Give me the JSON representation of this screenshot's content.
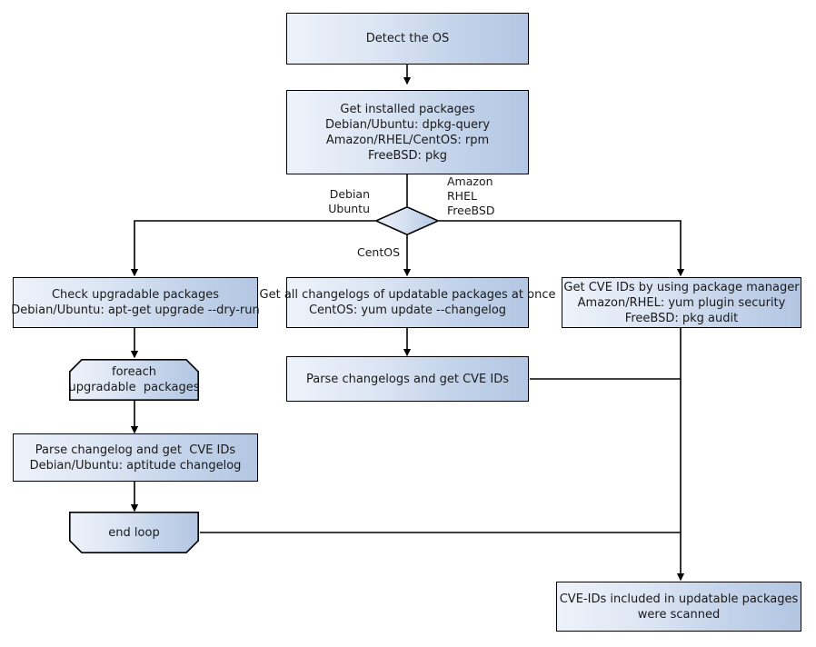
{
  "diagram": {
    "title": "Vuls OS package scanning flow",
    "background": "#ffffff",
    "node_fill_start": "#eef2fa",
    "node_fill_end": "#b3c6e2",
    "stroke": "#000000"
  },
  "nodes": {
    "detect_os": {
      "label": "Detect the OS",
      "shape": "rect"
    },
    "get_installed": {
      "label": "Get installed packages\nDebian/Ubuntu: dpkg-query\nAmazon/RHEL/CentOS: rpm\nFreeBSD: pkg",
      "shape": "rect"
    },
    "os_decision": {
      "label": "",
      "shape": "diamond"
    },
    "check_upgradable": {
      "label": "Check upgradable packages\nDebian/Ubuntu: apt-get upgrade --dry-run",
      "shape": "rect"
    },
    "foreach_loop": {
      "label": "foreach\nupgradable  packages",
      "shape": "loop-start"
    },
    "parse_changelog_deb": {
      "label": "Parse changelog and get  CVE IDs\nDebian/Ubuntu: aptitude changelog",
      "shape": "rect"
    },
    "end_loop": {
      "label": "end loop",
      "shape": "loop-end"
    },
    "get_all_changelogs": {
      "label": "Get all changelogs of updatable packages at once\nCentOS: yum update --changelog",
      "shape": "rect"
    },
    "parse_changelogs_centos": {
      "label": "Parse changelogs and get CVE IDs",
      "shape": "rect"
    },
    "get_cve_pkgmgr": {
      "label": "Get CVE IDs by using package manager\nAmazon/RHEL: yum plugin security\nFreeBSD: pkg audit",
      "shape": "rect"
    },
    "scanned_result": {
      "label": "CVE-IDs included in updatable packages\nwere scanned",
      "shape": "rect"
    }
  },
  "edge_labels": {
    "debian_ubuntu": "Debian\nUbuntu",
    "amazon_rhel_freebsd": "Amazon\nRHEL\nFreeBSD",
    "centos": "CentOS"
  }
}
